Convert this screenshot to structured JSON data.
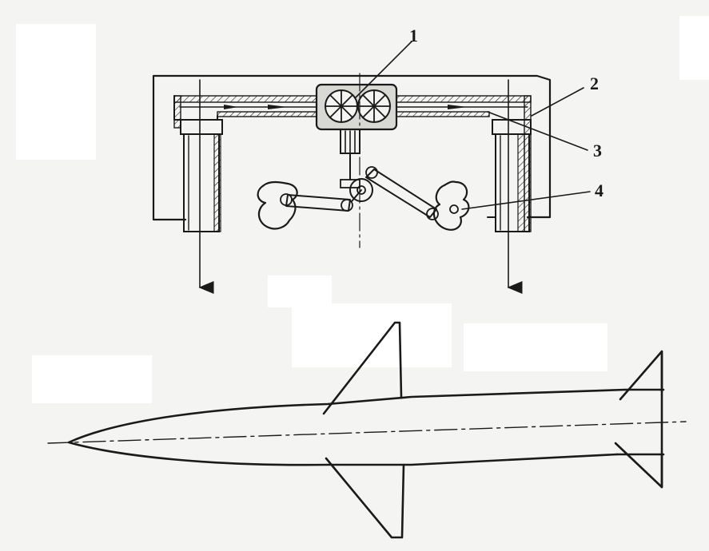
{
  "diagram": {
    "callouts": [
      "1",
      "2",
      "3",
      "4"
    ]
  },
  "colors": {
    "ink": "#1a1a1a",
    "paper": "#f4f4f2",
    "duct_fill": "#d8d8d4",
    "smudge": "#ffffff"
  }
}
